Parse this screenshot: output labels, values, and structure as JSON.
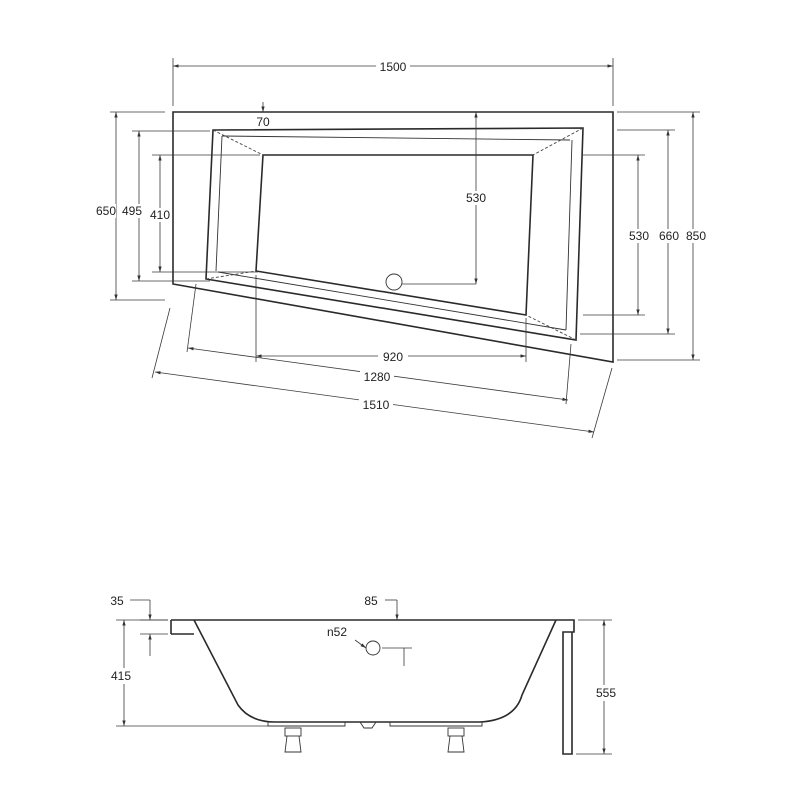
{
  "top_view": {
    "dimensions": {
      "width_1500": "1500",
      "inner_70": "70",
      "height_650": "650",
      "height_495": "495",
      "height_410": "410",
      "mid_530": "530",
      "right_530": "530",
      "right_660": "660",
      "right_850": "850",
      "bottom_920": "920",
      "bottom_1280": "1280",
      "bottom_1510": "1510"
    }
  },
  "side_view": {
    "dimensions": {
      "rim_35": "35",
      "top_85": "85",
      "overflow_n52": "n52",
      "depth_415": "415",
      "height_555": "555"
    }
  }
}
